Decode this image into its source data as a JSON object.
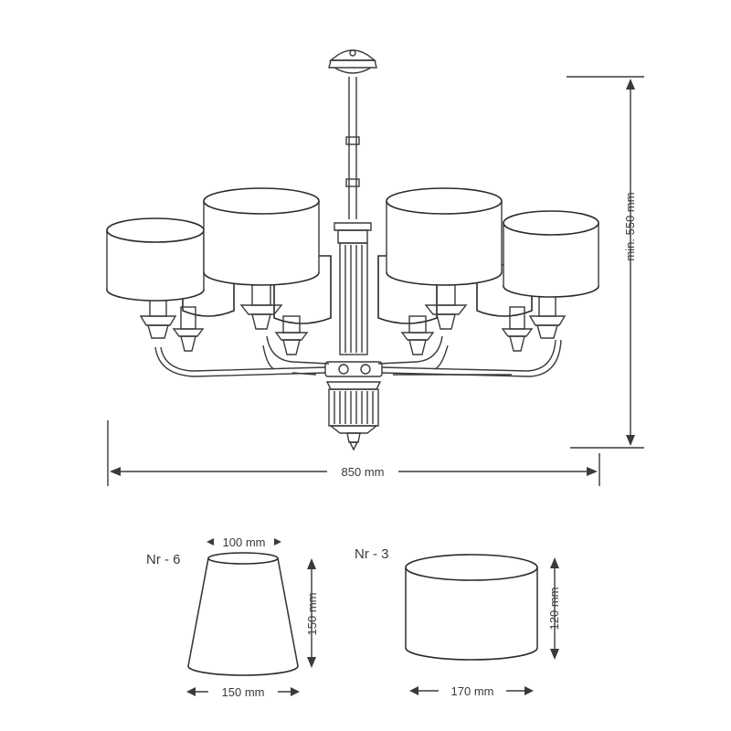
{
  "dimensions": {
    "width_label": "850 mm",
    "height_label": "min. 550 mm"
  },
  "shades": [
    {
      "id": "nr6",
      "label": "Nr - 6",
      "top_label": "100 mm",
      "height_label": "150 mm",
      "bottom_label": "150 mm"
    },
    {
      "id": "nr3",
      "label": "Nr - 3",
      "height_label": "120 mm",
      "bottom_label": "170 mm"
    }
  ]
}
